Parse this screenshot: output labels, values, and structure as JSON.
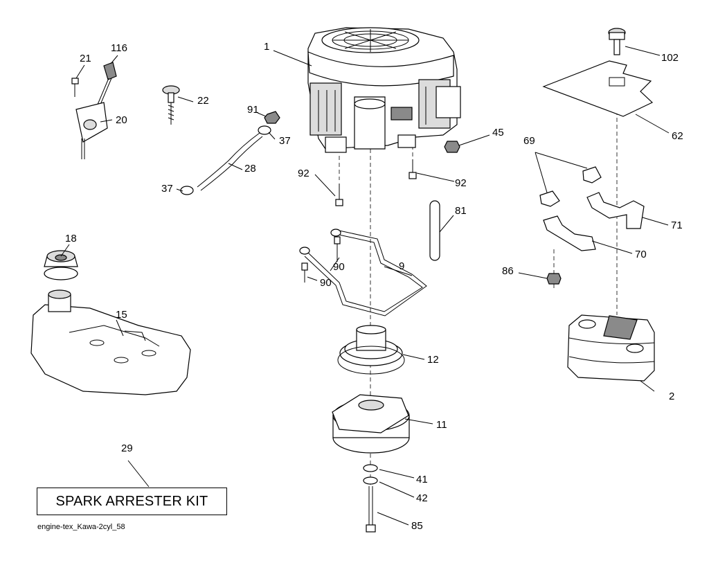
{
  "callouts": {
    "c1": "1",
    "c2": "2",
    "c9": "9",
    "c11": "11",
    "c12": "12",
    "c15": "15",
    "c18": "18",
    "c20": "20",
    "c21": "21",
    "c22": "22",
    "c28": "28",
    "c29": "29",
    "c37a": "37",
    "c37b": "37",
    "c41": "41",
    "c42": "42",
    "c45": "45",
    "c62": "62",
    "c69": "69",
    "c70": "70",
    "c71": "71",
    "c81": "81",
    "c85": "85",
    "c86": "86",
    "c90a": "90",
    "c90b": "90",
    "c91": "91",
    "c92a": "92",
    "c92b": "92",
    "c102": "102",
    "c116": "116"
  },
  "kit_label": "SPARK ARRESTER KIT",
  "diagram_code": "engine-tex_Kawa-2cyl_58"
}
